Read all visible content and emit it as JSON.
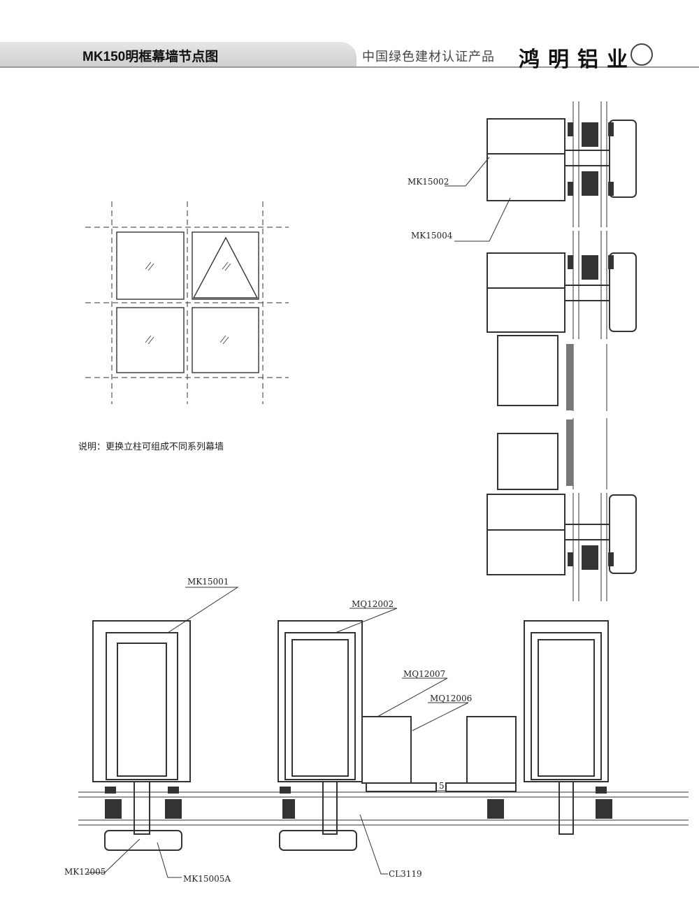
{
  "header": {
    "title": "MK150明框幕墙节点图",
    "certification": "中国绿色建材认证产品",
    "brand": "鸿明铝业"
  },
  "note": "说明：更换立柱可组成不同系列幕墙",
  "labels": {
    "mk15002": "MK15002",
    "mk15004": "MK15004",
    "mk15001": "MK15001",
    "mq12002": "MQ12002",
    "mq12007": "MQ12007",
    "mq12006": "MQ12006",
    "mk12005": "MK12005",
    "mk15005a": "MK15005A",
    "cl3119": "CL3119",
    "gap": "5"
  }
}
